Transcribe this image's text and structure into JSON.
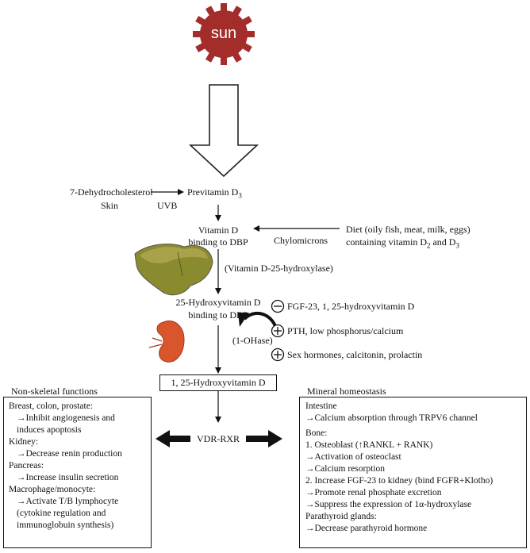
{
  "sun": {
    "label": "sun",
    "color": "#a32d2b"
  },
  "pathway": {
    "precursor": "7-Dehydrocholesterol",
    "precursor_site": "Skin",
    "uvb": "UVB",
    "previtamin": "Previtamin D",
    "previtamin_sub": "3",
    "vitd_line1": "Vitamin D",
    "vitd_line2": "binding to DBP",
    "chylomicrons": "Chylomicrons",
    "diet_line1": "Diet (oily fish, meat, milk, eggs)",
    "diet_line2_pre": "containing vitamin D",
    "diet_sub2": "2",
    "diet_and": " and D",
    "diet_sub3": "3",
    "hydroxylase": "(Vitamin D-25-hydroxylase)",
    "hvd_line1": "25-Hydroxyvitamin D",
    "hvd_line2": "binding to DBP",
    "one_ohase": "(1-OHase)",
    "reg_negative": "FGF-23, 1, 25-hydroxyvitamin D",
    "reg_positive1": "PTH, low phosphorus/calcium",
    "reg_positive2": "Sex hormones, calcitonin, prolactin",
    "final": "1, 25-Hydroxyvitamin D",
    "receptor": "VDR-RXR"
  },
  "left_panel": {
    "title": "Non-skeletal functions",
    "items": [
      {
        "text": "Breast, colon, prostate:",
        "indent": false
      },
      {
        "text": "→Inhibit angiogenesis and",
        "indent": true
      },
      {
        "text": "induces apoptosis",
        "indent": true
      },
      {
        "text": "Kidney:",
        "indent": false
      },
      {
        "text": "→Decrease renin production",
        "indent": true
      },
      {
        "text": "Pancreas:",
        "indent": false
      },
      {
        "text": "→Increase insulin secretion",
        "indent": true
      },
      {
        "text": "Macrophage/monocyte:",
        "indent": false
      },
      {
        "text": "→Activate T/B lymphocyte",
        "indent": true
      },
      {
        "text": "(cytokine regulation and",
        "indent": true
      },
      {
        "text": "immunoglobuin synthesis)",
        "indent": true
      }
    ]
  },
  "right_panel": {
    "title": "Mineral homeostasis",
    "items": [
      {
        "text": "Intestine",
        "indent": false
      },
      {
        "text": "→Calcium absorption through TRPV6 channel",
        "indent": false
      },
      {
        "text": "",
        "indent": false
      },
      {
        "text": "Bone:",
        "indent": false
      },
      {
        "text": "1. Osteoblast (↑RANKL + RANK)",
        "indent": false
      },
      {
        "text": "→Activation of osteoclast",
        "indent": false
      },
      {
        "text": "→Calcium resorption",
        "indent": false
      },
      {
        "text": "2. Increase FGF-23 to kidney (bind FGFR+Klotho)",
        "indent": false
      },
      {
        "text": "→Promote renal phosphate excretion",
        "indent": false
      },
      {
        "text": "→Suppress the expression of 1α-hydroxylase",
        "indent": false
      },
      {
        "text": "Parathyroid glands:",
        "indent": false
      },
      {
        "text": "→Decrease parathyroid hormone",
        "indent": false
      }
    ]
  }
}
